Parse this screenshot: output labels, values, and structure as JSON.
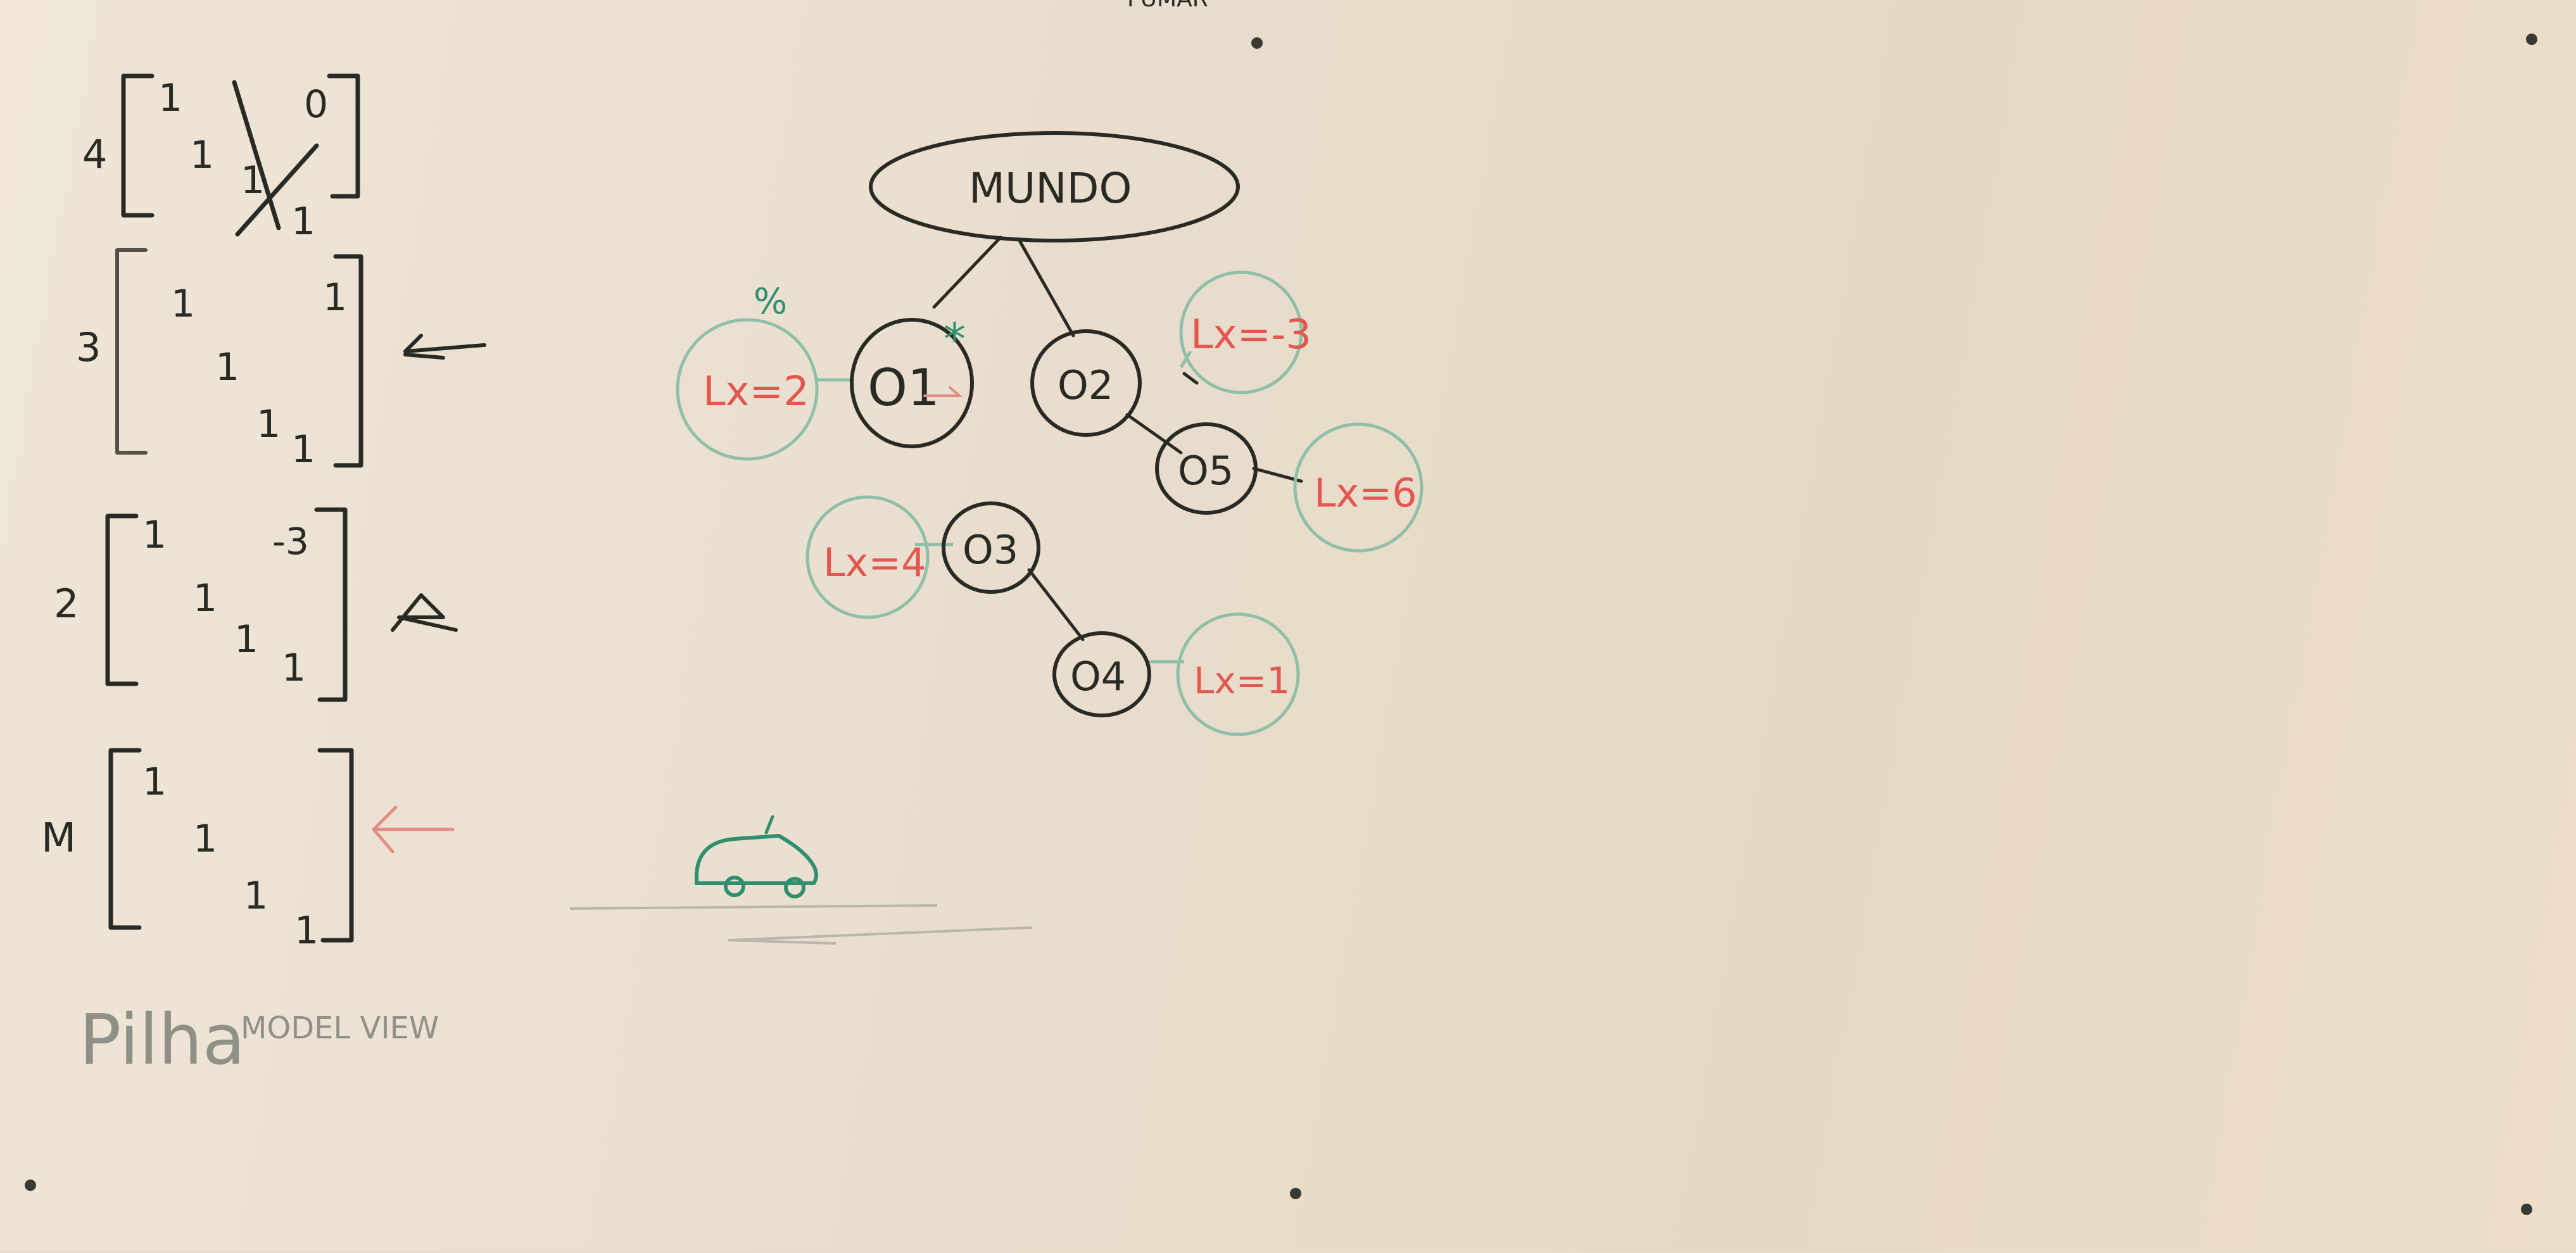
{
  "board": {
    "top_label": "FUMAR"
  },
  "matrices": [
    {
      "label": "4",
      "entries": [
        "1",
        "0",
        "1",
        "1",
        "1"
      ]
    },
    {
      "label": "3",
      "entries": [
        "1",
        "1",
        "1",
        "1",
        "1"
      ]
    },
    {
      "label": "2",
      "entries": [
        "1",
        "-3",
        "1",
        "1",
        "1"
      ]
    },
    {
      "label": "M",
      "entries": [
        "1",
        "1",
        "1",
        "1"
      ]
    }
  ],
  "stack_title": "Pilha",
  "stack_subtitle": "MODEL VIEW",
  "tree": {
    "root": "MUNDO",
    "nodes": [
      "O1",
      "O2",
      "O3",
      "O4",
      "O5"
    ],
    "transforms": [
      "Lx=2",
      "Lx=-3",
      "Lx=4",
      "Lx=6",
      "Lx=1"
    ],
    "green_mark": "%",
    "asterisk": "*"
  },
  "colors": {
    "board": "#e8dccb",
    "marker_black": "#2a2a24",
    "marker_red": "#e2574f",
    "marker_green": "#8fbfa6",
    "marker_teal": "#2f8f6e"
  }
}
